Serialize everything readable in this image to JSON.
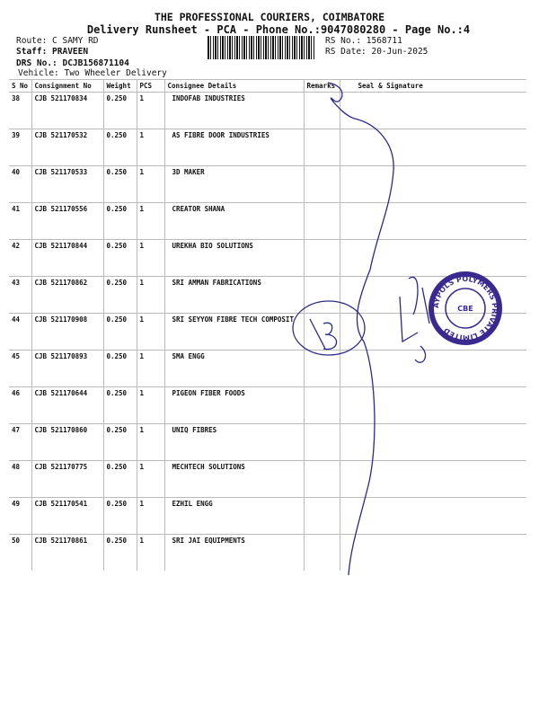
{
  "header": {
    "company": "THE PROFESSIONAL COURIERS, COIMBATORE",
    "title": "Delivery Runsheet - PCA - Phone No.:9047080280 - Page No.:4",
    "route": "Route: C SAMY RD",
    "staff": "Staff: PRAVEEN",
    "drs": "DRS No.: DCJB156871104",
    "vehicle": "Vehicle: Two Wheeler Delivery",
    "rs_no": "RS No.: 1568711",
    "rs_date": "RS Date: 20-Jun-2025"
  },
  "columns": [
    "S No",
    "Consignment No",
    "Weight",
    "PCS",
    "Consignee Details",
    "Remarks",
    "Seal & Signature"
  ],
  "rows": [
    {
      "sno": "38",
      "cn": "CJB 521170834",
      "wt": "0.250",
      "pcs": "1",
      "name": "INDOFAB INDUSTRIES"
    },
    {
      "sno": "39",
      "cn": "CJB 521170532",
      "wt": "0.250",
      "pcs": "1",
      "name": "AS FIBRE DOOR INDUSTRIES"
    },
    {
      "sno": "40",
      "cn": "CJB 521170533",
      "wt": "0.250",
      "pcs": "1",
      "name": "3D MAKER"
    },
    {
      "sno": "41",
      "cn": "CJB 521170556",
      "wt": "0.250",
      "pcs": "1",
      "name": "CREATOR SHANA"
    },
    {
      "sno": "42",
      "cn": "CJB 521170844",
      "wt": "0.250",
      "pcs": "1",
      "name": "UREKHA BIO SOLUTIONS"
    },
    {
      "sno": "43",
      "cn": "CJB 521170862",
      "wt": "0.250",
      "pcs": "1",
      "name": "SRI AMMAN FABRICATIONS"
    },
    {
      "sno": "44",
      "cn": "CJB 521170908",
      "wt": "0.250",
      "pcs": "1",
      "name": "SRI SEYYON FIBRE TECH COMPOSIT"
    },
    {
      "sno": "45",
      "cn": "CJB 521170893",
      "wt": "0.250",
      "pcs": "1",
      "name": "SMA ENGG"
    },
    {
      "sno": "46",
      "cn": "CJB 521170644",
      "wt": "0.250",
      "pcs": "1",
      "name": "PIGEON FIBER FOODS"
    },
    {
      "sno": "47",
      "cn": "CJB 521170860",
      "wt": "0.250",
      "pcs": "1",
      "name": "UNIQ FIBRES"
    },
    {
      "sno": "48",
      "cn": "CJB 521170775",
      "wt": "0.250",
      "pcs": "1",
      "name": "MECHTECH SOLUTIONS"
    },
    {
      "sno": "49",
      "cn": "CJB 521170541",
      "wt": "0.250",
      "pcs": "1",
      "name": "EZHIL ENGG"
    },
    {
      "sno": "50",
      "cn": "CJB 521170861",
      "wt": "0.250",
      "pcs": "1",
      "name": "SRI JAI EQUIPMENTS"
    }
  ],
  "stamp": {
    "ring": "AYPOLS POLYMERS PRIVATE LIMITED",
    "center": "CBE"
  },
  "ink_color": "#2a2a8a"
}
